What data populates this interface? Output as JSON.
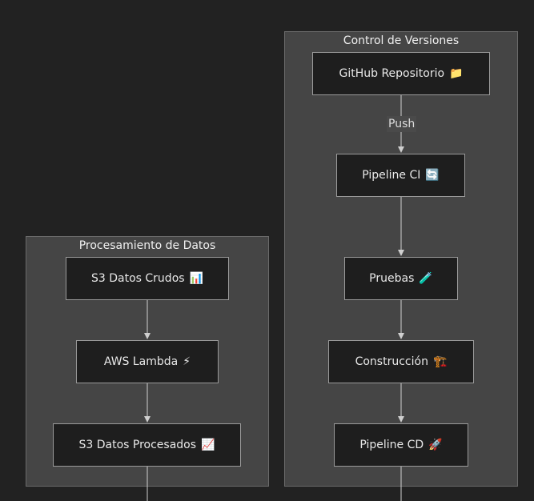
{
  "clusters": {
    "versions": {
      "title": "Control de Versiones"
    },
    "data": {
      "title": "Procesamiento de Datos"
    }
  },
  "nodes": {
    "github": {
      "label": "GitHub Repositorio",
      "emoji": "📁"
    },
    "ci": {
      "label": "Pipeline CI",
      "emoji": "🔄"
    },
    "tests": {
      "label": "Pruebas",
      "emoji": "🧪"
    },
    "build": {
      "label": "Construcción",
      "emoji": "🏗️"
    },
    "cd": {
      "label": "Pipeline CD",
      "emoji": "🚀"
    },
    "s3raw": {
      "label": "S3 Datos Crudos",
      "emoji": "📊"
    },
    "lambda": {
      "label": "AWS Lambda",
      "emoji": "⚡"
    },
    "s3proc": {
      "label": "S3 Datos Procesados",
      "emoji": "📈"
    }
  },
  "edges": {
    "push_label": "Push"
  },
  "colors": {
    "background": "#222222",
    "cluster_fill": "#454545",
    "node_fill": "#1e1e1e",
    "edge": "#cfcfcf"
  }
}
